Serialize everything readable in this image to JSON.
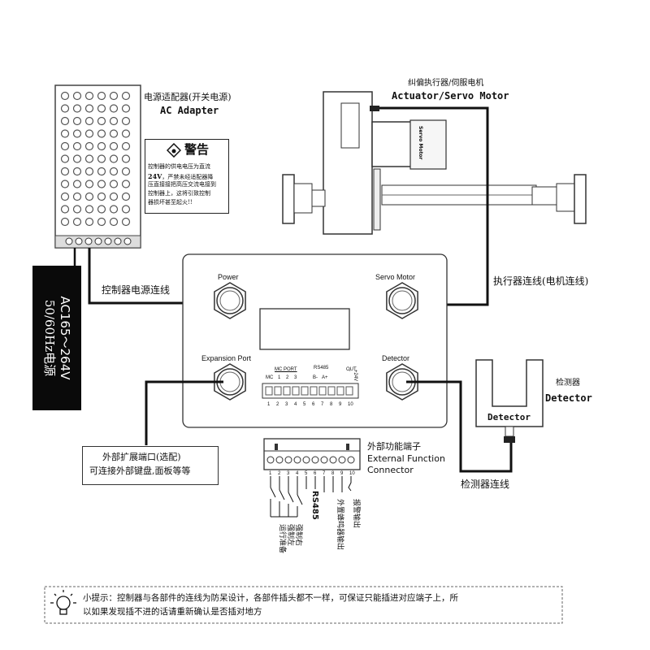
{
  "adapter": {
    "label_cn": "电源适配器(开关电源)",
    "label_en": "AC Adapter"
  },
  "warning": {
    "title": "警告",
    "line1": "控制器的供电电压为直流",
    "line2_bold": "24V",
    "line2_rest": "，严禁未经适配器降",
    "line3": "压直接接把高压交流电接到",
    "line4": "控制器上，这将引致控制",
    "line5": "器损坏甚至起火!!"
  },
  "power_bar": {
    "line1": "AC165～264V",
    "line2": "50/60Hz电源"
  },
  "actuator": {
    "label_cn": "纠偏执行器/伺服电机",
    "label_en": "Actuator/Servo Motor",
    "motor_text": "Servo Motor"
  },
  "wires": {
    "controller_power": "控制器电源连线",
    "actuator_wire": "执行器连线(电机连线)",
    "detector_wire": "检测器连线"
  },
  "controller": {
    "power": "Power",
    "servo_motor": "Servo Motor",
    "expansion_port": "Expansion Port",
    "detector": "Detector",
    "mc_port": "MC PORT",
    "rs485_top": "RS485",
    "out_top": "OUT",
    "terminal_top": [
      "MC",
      "1",
      "2",
      "3",
      "B-",
      "A+",
      "-",
      "+24V"
    ],
    "terminal_numbers": [
      "1",
      "2",
      "3",
      "4",
      "5",
      "6",
      "7",
      "8",
      "9",
      "10"
    ]
  },
  "expansion_box": {
    "line1": "外部扩展端口(选配)",
    "line2": "可连接外部键盘,面板等等"
  },
  "detector_device": {
    "label_cn": "检测器",
    "label_en": "Detector",
    "device_text": "Detector"
  },
  "ext_connector": {
    "label_cn": "外部功能端子",
    "label_en1": "External Function",
    "label_en2": "Connector",
    "numbers": [
      "1",
      "2",
      "3",
      "4",
      "5",
      "6",
      "7",
      "8",
      "9",
      "10"
    ],
    "rs485": "RS485",
    "v1": "运行准备",
    "v2": "强制左",
    "v3": "强制右",
    "v4": "外置蜂鸣器输出",
    "v5": "报警输出"
  },
  "tip": {
    "line1": "小提示：控制器与各部件的连线为防呆设计，各部件插头都不一样，可保证只能插进对应端子上，所",
    "line2": "以如果发现插不进的话请重新确认是否插对地方"
  },
  "colors": {
    "line": "#111111",
    "panel": "#ffffff",
    "dark_bar": "#0a0a0a"
  }
}
